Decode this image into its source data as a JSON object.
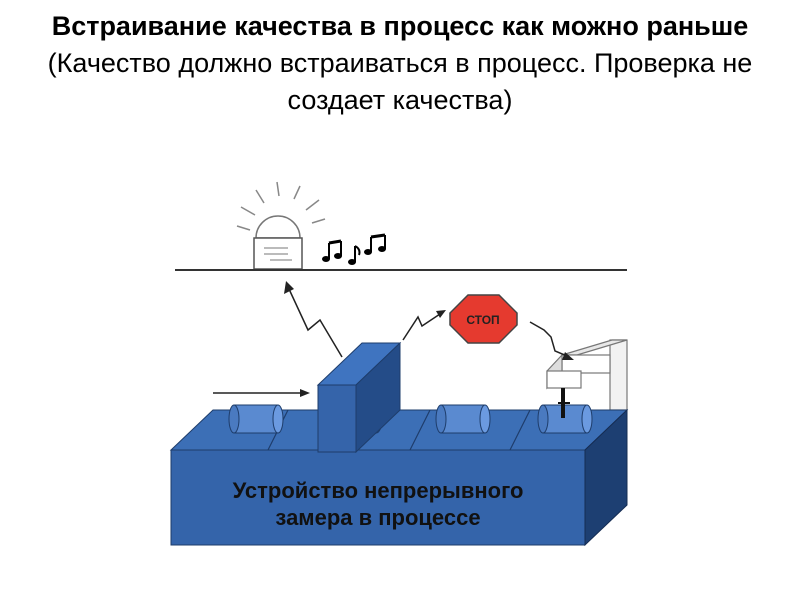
{
  "title": {
    "bold_part": "Встраивание качества в процесс как можно раньше",
    "normal_part": "(Качество должно встраиваться в процесс. Проверка не создает качества)"
  },
  "diagram": {
    "stop_sign_label": "СТОП",
    "machine_label_line1": "Устройство непрерывного",
    "machine_label_line2": "замера в процессе",
    "colors": {
      "conveyor_top": "#3C6FB6",
      "conveyor_front": "#3464AA",
      "conveyor_side": "#1D3F72",
      "part": "#5A8AD0",
      "stop_sign": "#E53A2F"
    },
    "icons": [
      "alarm-lamp-icon",
      "music-notes-icon",
      "stop-sign-icon",
      "sensor-icon",
      "measuring-station-icon"
    ]
  }
}
